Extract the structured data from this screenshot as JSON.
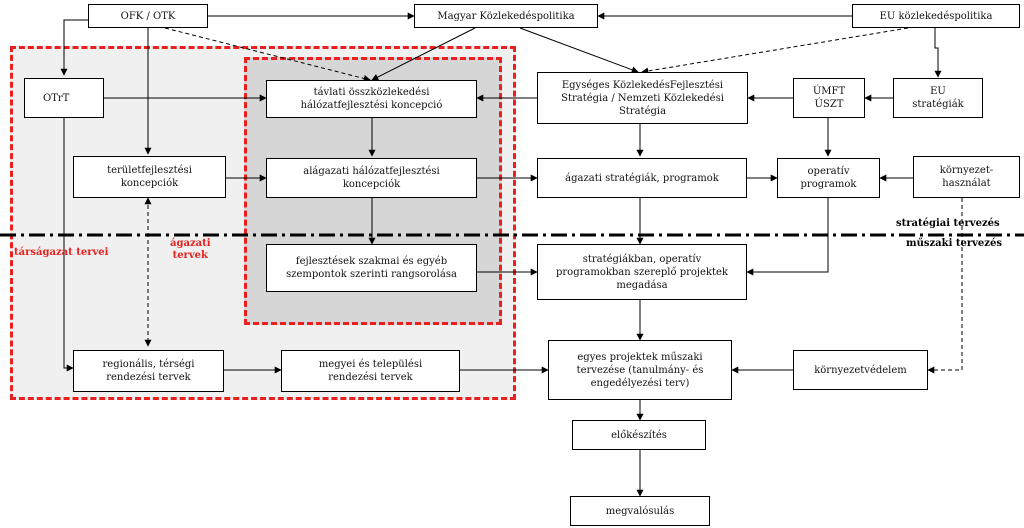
{
  "nodes": {
    "ofk": "OFK / OTK",
    "magyar": "Magyar Közlekedéspolitika",
    "eupol": "EU közlekedéspolitika",
    "otrt": "OTrT",
    "tavlati": "távlati összközlekedési\nhálózatfejlesztési koncepció",
    "egyseges": "Egységes KözlekedésFejlesztési\nStratégia / Nemzeti Közlekedési\nStratégia",
    "umft": "ÚMFT\nÚSZT",
    "eustrat": "EU\nstratégiák",
    "terulet": "területfejlesztési\nkoncepciók",
    "alagazati": "alágazati hálózatfejlesztési\nkoncepciók",
    "agazati": "ágazati stratégiák, programok",
    "operativ": "operatív\nprogramok",
    "kornyhasz": "környezet-\nhasználat",
    "fejlesztesek": "fejlesztések szakmai és egyéb\nszempontok szerinti rangsorolása",
    "strategiakban": "stratégiákban, operatív\nprogramokban szereplő projektek\nmegadása",
    "regionalis": "regionális, térségi\nrendezési tervek",
    "megyei": "megyei és települési\nrendezési tervek",
    "egyes": "egyes projektek műszaki\ntervezése (tanulmány- és\nengedélyezési terv)",
    "kornyved": "környezetvédelem",
    "elokeszites": "előkészítés",
    "megvalosulas": "megvalósulás"
  },
  "labels": {
    "tarsagazat": "társágazat tervei",
    "agazati_tervek": "ágazati\ntervek",
    "strategiai": "stratégiai tervezés",
    "muszaki": "műszaki tervezés"
  },
  "colors": {
    "zone_border": "#e8201e",
    "outer_fill": "#f0f0f0",
    "inner_fill": "#d6d6d6",
    "line": "#000000"
  }
}
